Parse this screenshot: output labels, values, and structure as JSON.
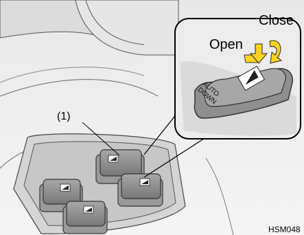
{
  "labels": {
    "close": "Close",
    "open": "Open",
    "callout": "(1)",
    "auto_down": "AUTO DOWN",
    "figure_code": "HSM048"
  },
  "colors": {
    "background": "#f2f2f2",
    "panel": "#d9d9d9",
    "switch": "#8c8c8c",
    "switch_top": "#b0b0b0",
    "arrow_fill": "#ffd21f"
  },
  "icons": {
    "open_arrow": "arrow-down-icon",
    "close_arrow": "curved-arrow-icon",
    "window_glyph": "window-switch-icon"
  }
}
